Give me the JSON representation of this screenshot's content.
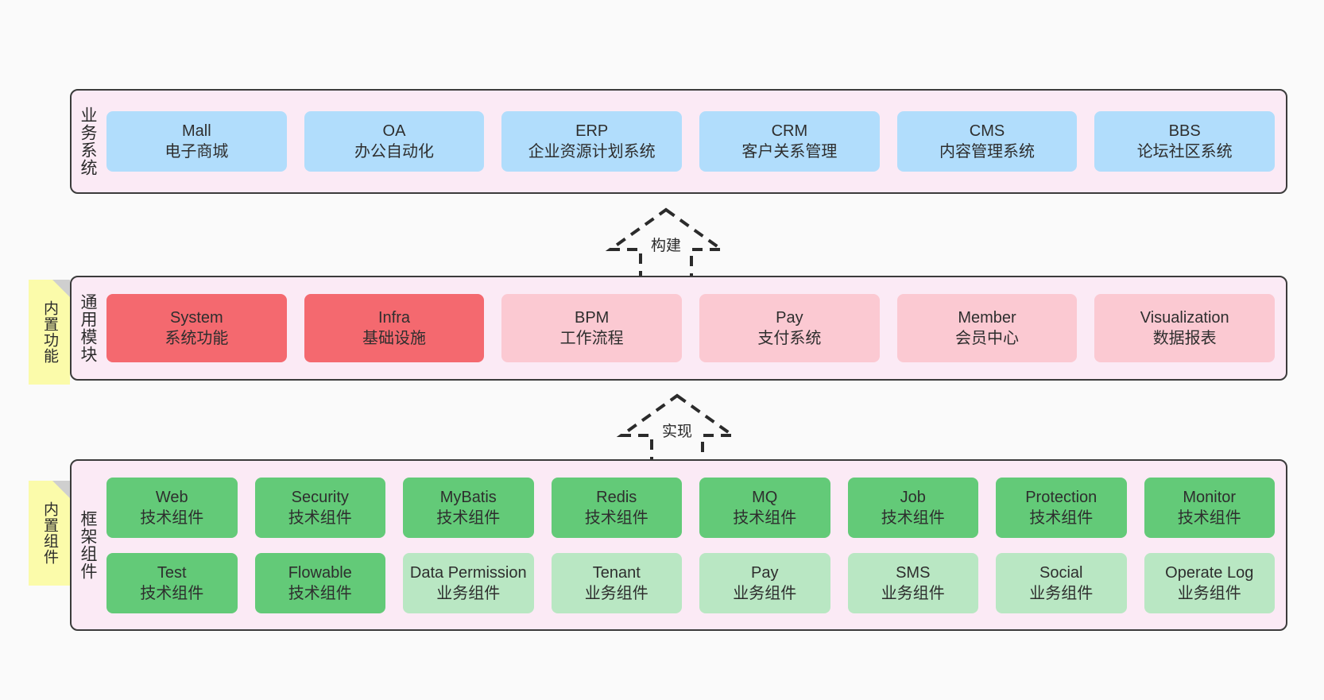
{
  "diagram": {
    "title": "ruoyi-vue-pro architecture layers",
    "background": "#fafafa",
    "colors": {
      "band_fill": "#fbeaf5",
      "band_border": "#3b3b3b",
      "blue": "#b1ddfc",
      "red": "#f4696f",
      "pink": "#fbc9d2",
      "green": "#63ca78",
      "light_green": "#b9e7c3",
      "note_fill": "#fbfbaa",
      "note_fold": "#cfcfcf",
      "text": "#2e2e2e"
    }
  },
  "bands": {
    "business": {
      "label": "业务系统",
      "cards": [
        {
          "en": "Mall",
          "cn": "电子商城"
        },
        {
          "en": "OA",
          "cn": "办公自动化"
        },
        {
          "en": "ERP",
          "cn": "企业资源计划系统"
        },
        {
          "en": "CRM",
          "cn": "客户关系管理"
        },
        {
          "en": "CMS",
          "cn": "内容管理系统"
        },
        {
          "en": "BBS",
          "cn": "论坛社区系统"
        }
      ]
    },
    "common": {
      "label": "通用模块",
      "note": "内置功能",
      "cards": [
        {
          "en": "System",
          "cn": "系统功能",
          "tone": "red"
        },
        {
          "en": "Infra",
          "cn": "基础设施",
          "tone": "red"
        },
        {
          "en": "BPM",
          "cn": "工作流程",
          "tone": "pink"
        },
        {
          "en": "Pay",
          "cn": "支付系统",
          "tone": "pink"
        },
        {
          "en": "Member",
          "cn": "会员中心",
          "tone": "pink"
        },
        {
          "en": "Visualization",
          "cn": "数据报表",
          "tone": "pink"
        }
      ]
    },
    "framework": {
      "label": "框架组件",
      "note": "内置组件",
      "row1": [
        {
          "en": "Web",
          "cn": "技术组件"
        },
        {
          "en": "Security",
          "cn": "技术组件"
        },
        {
          "en": "MyBatis",
          "cn": "技术组件"
        },
        {
          "en": "Redis",
          "cn": "技术组件"
        },
        {
          "en": "MQ",
          "cn": "技术组件"
        },
        {
          "en": "Job",
          "cn": "技术组件"
        },
        {
          "en": "Protection",
          "cn": "技术组件"
        },
        {
          "en": "Monitor",
          "cn": "技术组件"
        }
      ],
      "row2": [
        {
          "en": "Test",
          "cn": "技术组件",
          "tone": "green"
        },
        {
          "en": "Flowable",
          "cn": "技术组件",
          "tone": "green"
        },
        {
          "en": "Data Permission",
          "cn": "业务组件",
          "tone": "light_green"
        },
        {
          "en": "Tenant",
          "cn": "业务组件",
          "tone": "light_green"
        },
        {
          "en": "Pay",
          "cn": "业务组件",
          "tone": "light_green"
        },
        {
          "en": "SMS",
          "cn": "业务组件",
          "tone": "light_green"
        },
        {
          "en": "Social",
          "cn": "业务组件",
          "tone": "light_green"
        },
        {
          "en": "Operate Log",
          "cn": "业务组件",
          "tone": "light_green"
        }
      ]
    }
  },
  "arrows": [
    {
      "label": "构建",
      "direction": "up",
      "style": "dashed-hollow"
    },
    {
      "label": "实现",
      "direction": "up",
      "style": "dashed-hollow"
    }
  ]
}
